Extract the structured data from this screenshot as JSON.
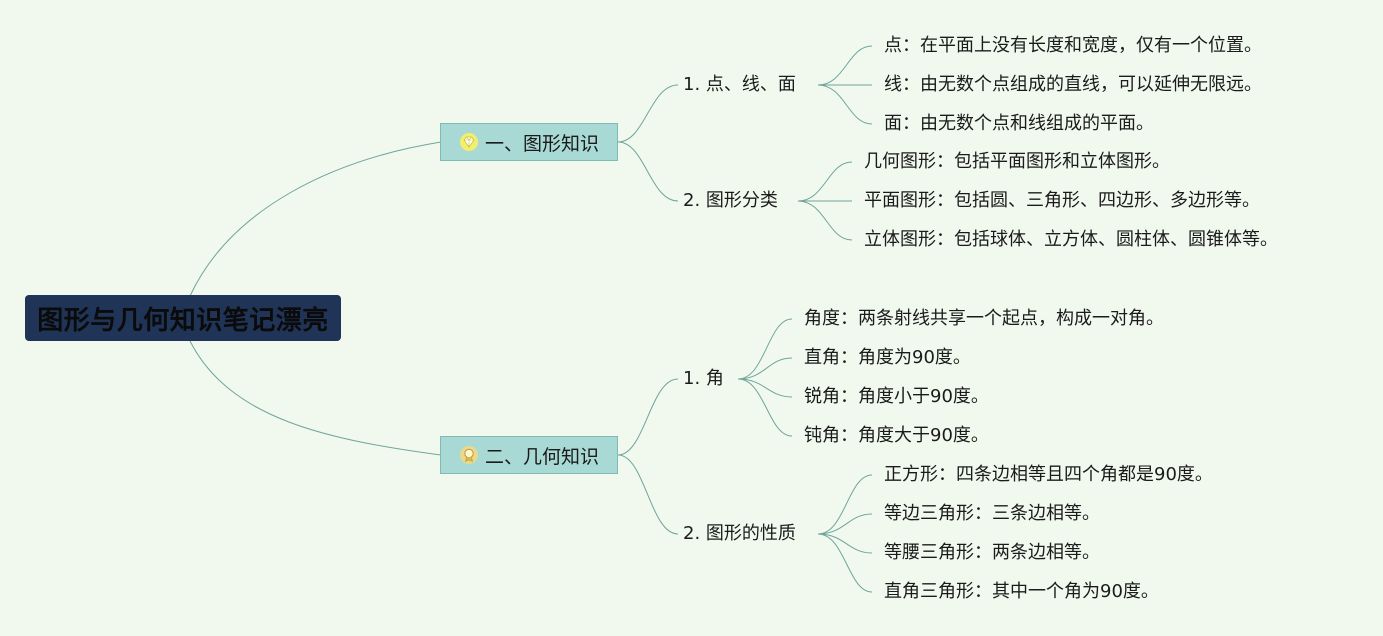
{
  "root": {
    "label": "图形与几何知识笔记漂亮"
  },
  "branches": [
    {
      "label": "一、图形知识",
      "icon": "diamond-icon",
      "subs": [
        {
          "label": "1. 点、线、面",
          "leaves": [
            "点：在平面上没有长度和宽度，仅有一个位置。",
            "线：由无数个点组成的直线，可以延伸无限远。",
            "面：由无数个点和线组成的平面。"
          ]
        },
        {
          "label": "2. 图形分类",
          "leaves": [
            "几何图形：包括平面图形和立体图形。",
            "平面图形：包括圆、三角形、四边形、多边形等。",
            "立体图形：包括球体、立方体、圆柱体、圆锥体等。"
          ]
        }
      ]
    },
    {
      "label": "二、几何知识",
      "icon": "medal-icon",
      "subs": [
        {
          "label": "1. 角",
          "leaves": [
            "角度：两条射线共享一个起点，构成一对角。",
            "直角：角度为90度。",
            "锐角：角度小于90度。",
            "钝角：角度大于90度。"
          ]
        },
        {
          "label": "2. 图形的性质",
          "leaves": [
            "正方形：四条边相等且四个角都是90度。",
            "等边三角形：三条边相等。",
            "等腰三角形：两条边相等。",
            "直角三角形：其中一个角为90度。"
          ]
        }
      ]
    }
  ],
  "colors": {
    "background": "#f1f9ef",
    "root_fill": "#1f3457",
    "branch_fill": "#a8d9d4",
    "link": "#6fa59a"
  }
}
